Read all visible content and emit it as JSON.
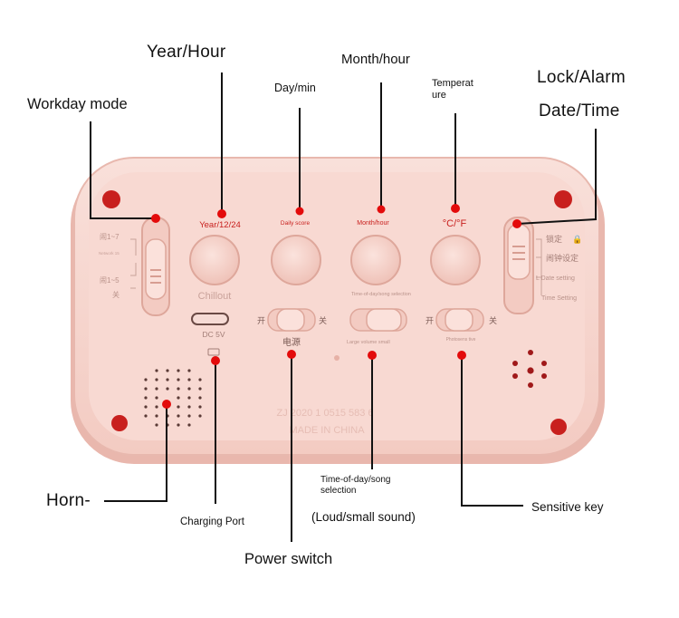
{
  "callouts": {
    "year_hour": "Year/Hour",
    "month_hour": "Month/hour",
    "day_min": "Day/min",
    "temperature_line1": "Temperat",
    "temperature_line2": "ure",
    "lock_alarm": "Lock/Alarm",
    "date_time": "Date/Time",
    "workday_mode": "Workday mode",
    "horn": "Horn-",
    "charging_port": "Charging Port",
    "power_switch": "Power switch",
    "time_of_day_song_line1": "Time-of-day/song",
    "time_of_day_song_line2": "selection",
    "loud_small_sound": "(Loud/small sound)",
    "sensitive_key": "Sensitive key"
  },
  "device": {
    "button_labels": {
      "year": "Year/12/24",
      "day": "Daily score",
      "month": "Month/hour",
      "temp": "°C/°F"
    },
    "chillout": "Chillout",
    "dc": "DC 5V",
    "power_label": "电源",
    "on": "开",
    "off": "关",
    "time_song_small": "Time-of-day/song selection",
    "volume_small": "Large volume small",
    "photosens": "Photosens tive",
    "lock_cn": "锁定",
    "alarm_cn": "闹钟设定",
    "date_setting": "L Date setting",
    "time_setting": "Time Setting",
    "workday_1_7": "闹1~7",
    "workday_1_5": "闹1~5",
    "workday_net": "Network 15",
    "workday_off": "关",
    "serial": "ZJ 2020 1 0515 583 6",
    "made_in": "MADE IN CHINA"
  },
  "colors": {
    "device_body": "#f7d7d0",
    "device_edge": "#e8b8ae",
    "marker": "#e30b0b",
    "line": "#111111"
  }
}
